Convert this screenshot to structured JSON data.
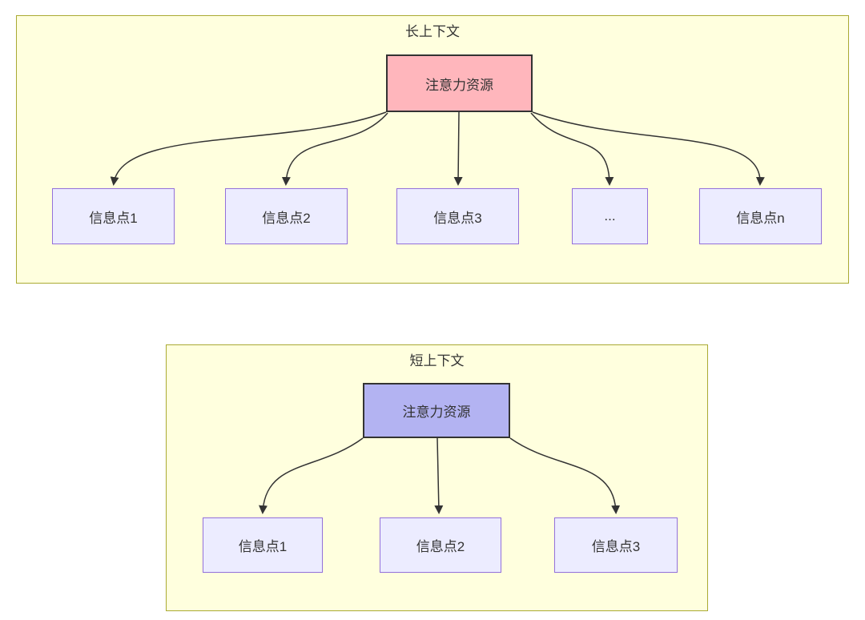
{
  "diagram": {
    "type": "flowchart-comparison",
    "long_context": {
      "title": "长上下文",
      "root": {
        "label": "注意力资源"
      },
      "children": [
        "信息点1",
        "信息点2",
        "信息点3",
        "...",
        "信息点n"
      ],
      "edges": [
        {
          "from": "注意力资源",
          "to": "信息点1"
        },
        {
          "from": "注意力资源",
          "to": "信息点2"
        },
        {
          "from": "注意力资源",
          "to": "信息点3"
        },
        {
          "from": "注意力资源",
          "to": "..."
        },
        {
          "from": "注意力资源",
          "to": "信息点n"
        }
      ]
    },
    "short_context": {
      "title": "短上下文",
      "root": {
        "label": "注意力资源"
      },
      "children": [
        "信息点1",
        "信息点2",
        "信息点3"
      ],
      "edges": [
        {
          "from": "注意力资源",
          "to": "信息点1"
        },
        {
          "from": "注意力资源",
          "to": "信息点2"
        },
        {
          "from": "注意力资源",
          "to": "信息点3"
        }
      ]
    }
  },
  "colors": {
    "cluster_fill": "#ffffde",
    "cluster_border": "#aaaa33",
    "node_fill": "#ececff",
    "node_border": "#9370db",
    "long_root_fill": "#ffb6bc",
    "short_root_fill": "#b3b3f2",
    "root_border": "#333333",
    "edge_color": "#333333",
    "text_color": "#333333"
  }
}
